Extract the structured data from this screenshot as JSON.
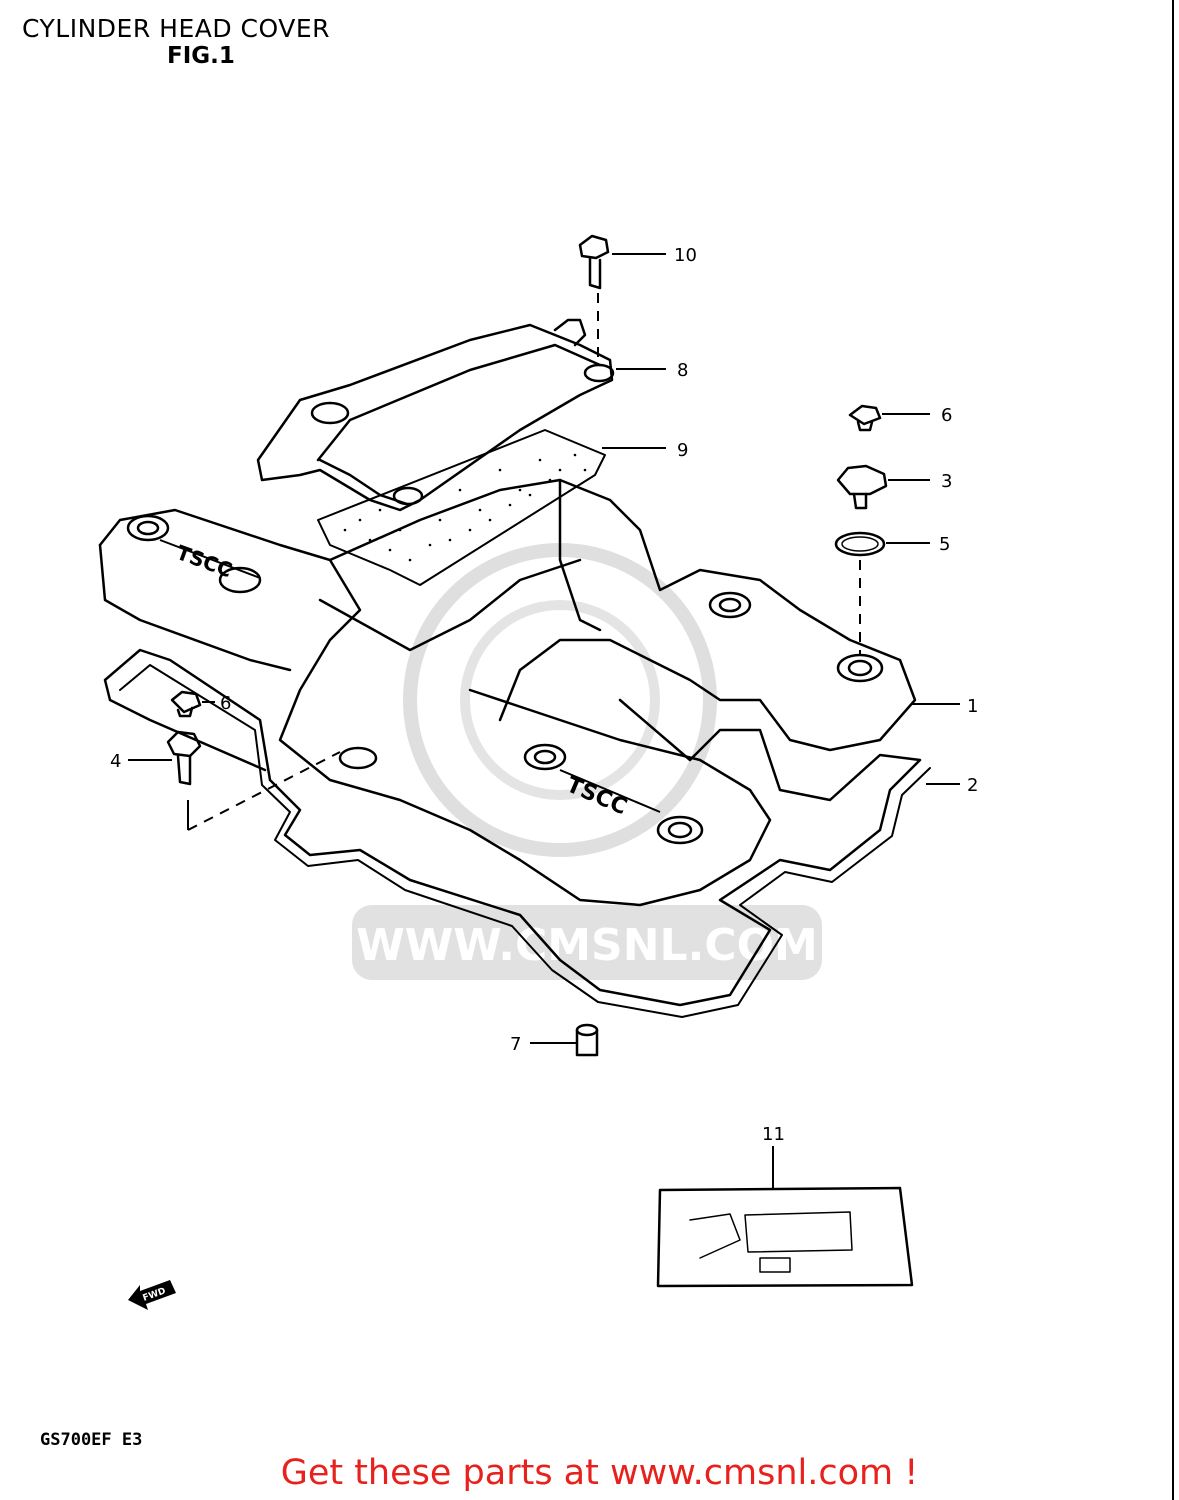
{
  "header": {
    "title": "CYLINDER HEAD COVER",
    "figure": "FIG.1"
  },
  "callouts": {
    "c1": "1",
    "c2": "2",
    "c3": "3",
    "c4": "4",
    "c5": "5",
    "c6a": "6",
    "c6b": "6",
    "c7": "7",
    "c8": "8",
    "c9": "9",
    "c10": "10",
    "c11": "11"
  },
  "cover_marking": "TSCC",
  "fwd_marker": "FWD",
  "watermark": {
    "text": "WWW.CMSNL.COM",
    "color": "#d9d9d9"
  },
  "model_code": "GS700EF  E3",
  "footer": {
    "cta": "Get these parts at www.cmsnl.com !",
    "color": "#e8211c"
  }
}
